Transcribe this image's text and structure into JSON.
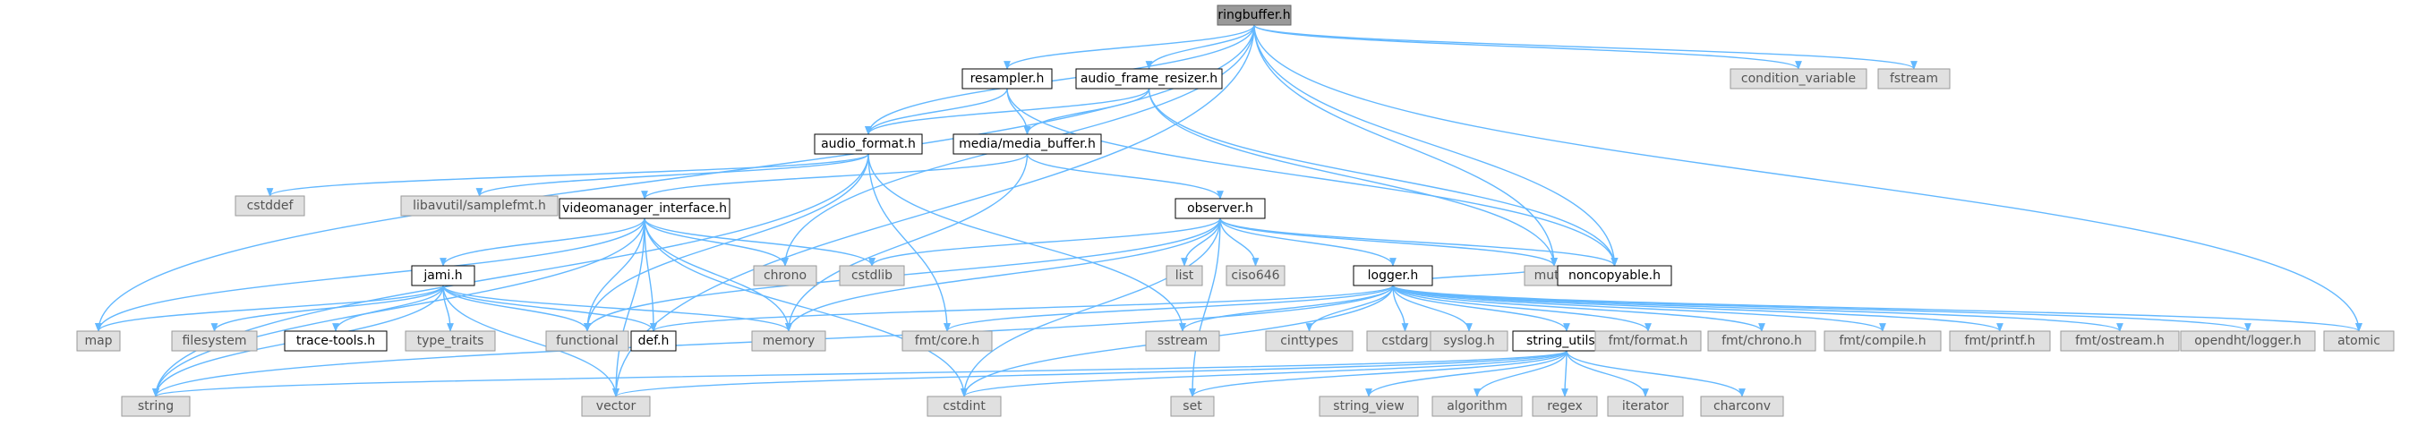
{
  "graph_title": "ringbuffer.h",
  "colors": {
    "edge": "#63b8ff",
    "root_fill": "#999999",
    "local_fill": "#ffffff",
    "system_fill": "#e0e0e0",
    "system_text": "#555555"
  },
  "nodes": {
    "ringbuffer": "ringbuffer.h",
    "resampler": "resampler.h",
    "audio_frame_resizer": "audio_frame_resizer.h",
    "condition_variable": "condition_variable",
    "fstream": "fstream",
    "audio_format": "audio_format.h",
    "media_buffer": "media/media_buffer.h",
    "cstddef": "cstddef",
    "samplefmt": "libavutil/samplefmt.h",
    "videomanager_interface": "videomanager_interface.h",
    "observer": "observer.h",
    "chrono": "chrono",
    "cstdlib": "cstdlib",
    "list": "list",
    "ciso646": "ciso646",
    "mutex": "mutex",
    "noncopyable": "noncopyable.h",
    "jami": "jami.h",
    "logger": "logger.h",
    "map": "map",
    "filesystem": "filesystem",
    "trace_tools": "trace-tools.h",
    "type_traits": "type_traits",
    "functional": "functional",
    "def": "def.h",
    "memory": "memory",
    "fmt_core": "fmt/core.h",
    "sstream": "sstream",
    "cinttypes": "cinttypes",
    "cstdarg": "cstdarg",
    "syslog": "syslog.h",
    "string_utils": "string_utils.h",
    "fmt_format": "fmt/format.h",
    "fmt_chrono": "fmt/chrono.h",
    "fmt_compile": "fmt/compile.h",
    "fmt_printf": "fmt/printf.h",
    "fmt_ostream": "fmt/ostream.h",
    "opendht_logger": "opendht/logger.h",
    "atomic": "atomic",
    "string": "string",
    "vector": "vector",
    "cstdint": "cstdint",
    "set": "set",
    "string_view": "string_view",
    "algorithm": "algorithm",
    "regex": "regex",
    "iterator": "iterator",
    "charconv": "charconv"
  }
}
